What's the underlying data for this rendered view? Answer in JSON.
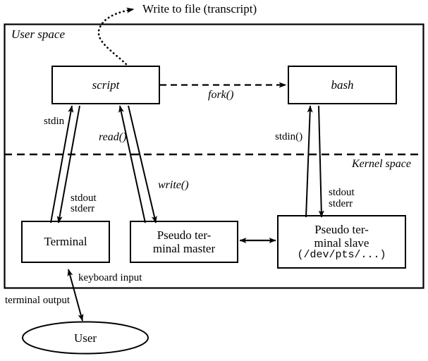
{
  "diagram": {
    "title_note": "Write to file (transcript)",
    "regions": {
      "user_space": "User space",
      "kernel_space": "Kernel space"
    },
    "boxes": {
      "script": "script",
      "bash": "bash",
      "terminal": "Terminal",
      "pty_master_line1": "Pseudo ter-",
      "pty_master_line2": "minal master",
      "pty_slave_line1": "Pseudo ter-",
      "pty_slave_line2": "minal slave",
      "pty_slave_line3": "(/dev/pts/...)",
      "user": "User"
    },
    "edge_labels": {
      "fork": "fork()",
      "stdin_left": "stdin",
      "read": "read()",
      "write": "write()",
      "stdout_left": "stdout",
      "stderr_left": "stderr",
      "stdin_right": "stdin()",
      "stdout_right": "stdout",
      "stderr_right": "stderr",
      "keyboard_input": "keyboard input",
      "terminal_output": "terminal output"
    },
    "colors": {
      "stroke": "#000000",
      "background": "#ffffff"
    }
  }
}
